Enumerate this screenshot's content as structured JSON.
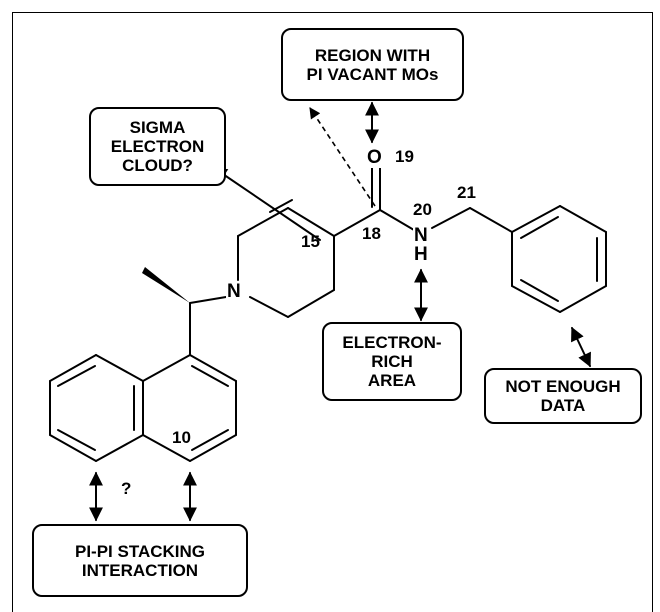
{
  "boxes": {
    "vacant_mos": "REGION WITH\nPI VACANT MOs",
    "sigma": "SIGMA\nELECTRON\nCLOUD?",
    "electron_rich": "ELECTRON-\nRICH\nAREA",
    "not_enough": "NOT ENOUGH\nDATA",
    "pi_stacking": "PI-PI STACKING\nINTERACTION"
  },
  "atoms": {
    "oxygen": "O",
    "nitrogen_amide": "N",
    "hydrogen": "H",
    "nitrogen_ring": "N"
  },
  "numbers": {
    "n19": "19",
    "n18": "18",
    "n20": "20",
    "n21": "21",
    "n15": "15",
    "n10": "10"
  },
  "question_mark": "?"
}
